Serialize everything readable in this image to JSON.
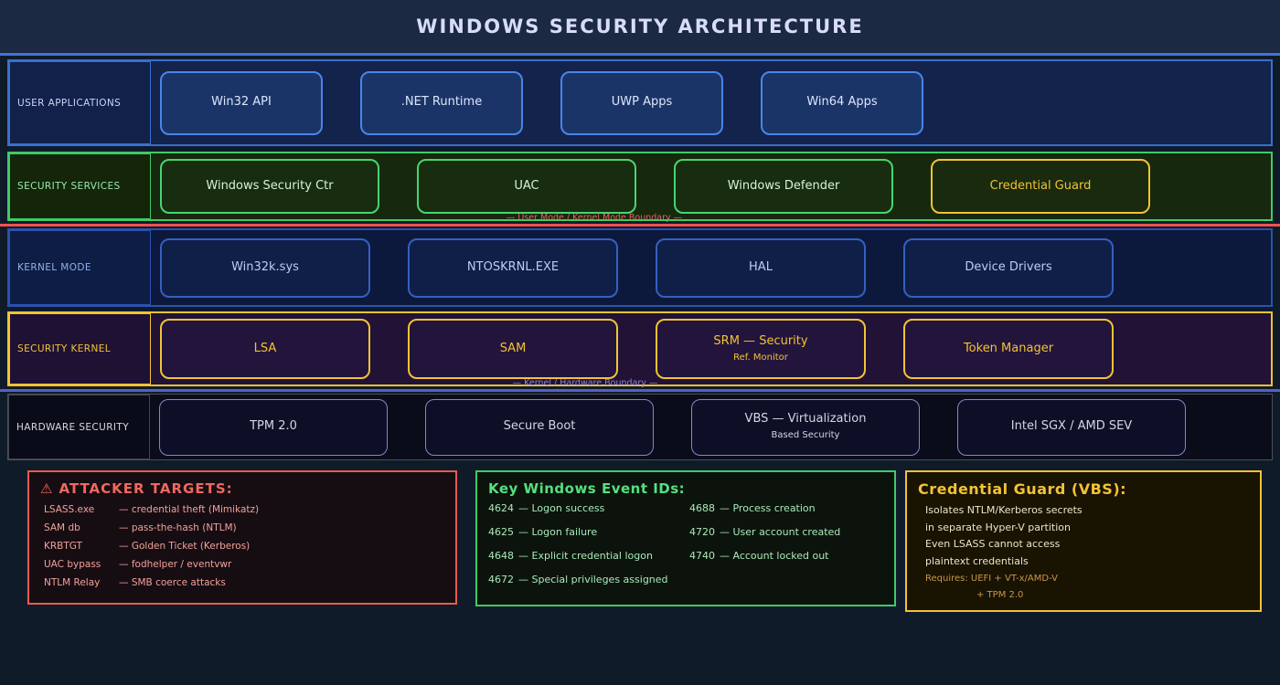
{
  "title": "WINDOWS SECURITY ARCHITECTURE",
  "layers": [
    {
      "label": "USER APPLICATIONS",
      "boxes": [
        {
          "label": "Win32 API"
        },
        {
          "label": ".NET Runtime"
        },
        {
          "label": "UWP Apps"
        },
        {
          "label": "Win64 Apps"
        }
      ]
    },
    {
      "label": "SECURITY SERVICES",
      "boxes": [
        {
          "label": "Windows Security Ctr"
        },
        {
          "label": "UAC"
        },
        {
          "label": "Windows Defender"
        },
        {
          "label": "Credential Guard"
        }
      ]
    },
    {
      "label": "KERNEL MODE",
      "boxes": [
        {
          "label": "Win32k.sys"
        },
        {
          "label": "NTOSKRNL.EXE"
        },
        {
          "label": "HAL"
        },
        {
          "label": "Device Drivers"
        }
      ]
    },
    {
      "label": "SECURITY KERNEL",
      "boxes": [
        {
          "label": "LSA"
        },
        {
          "label": "SAM"
        },
        {
          "label": "SRM — Security",
          "sub": "Ref. Monitor"
        },
        {
          "label": "Token Manager"
        }
      ]
    },
    {
      "label": "HARDWARE SECURITY",
      "boxes": [
        {
          "label": "TPM 2.0"
        },
        {
          "label": "Secure Boot"
        },
        {
          "label": "VBS — Virtualization",
          "sub": "Based Security"
        },
        {
          "label": "Intel SGX / AMD SEV"
        }
      ]
    }
  ],
  "boundaries": {
    "user_kernel": "— User Mode / Kernel Mode Boundary —",
    "kernel_hardware": "— Kernel / Hardware Boundary —"
  },
  "panels": {
    "attacker": {
      "icon": "⚠",
      "title": "ATTACKER TARGETS:",
      "items": [
        {
          "name": "LSASS.exe",
          "desc": "— credential theft (Mimikatz)"
        },
        {
          "name": "SAM db",
          "desc": "— pass-the-hash (NTLM)"
        },
        {
          "name": "KRBTGT",
          "desc": "— Golden Ticket (Kerberos)"
        },
        {
          "name": "UAC bypass",
          "desc": "— fodhelper / eventvwr"
        },
        {
          "name": "NTLM Relay",
          "desc": "— SMB coerce attacks"
        }
      ]
    },
    "events": {
      "title": "Key Windows Event IDs:",
      "col1": [
        {
          "id": "4624",
          "desc": "— Logon success"
        },
        {
          "id": "4625",
          "desc": "— Logon failure"
        },
        {
          "id": "4648",
          "desc": "— Explicit credential logon"
        },
        {
          "id": "4672",
          "desc": "— Special privileges assigned"
        }
      ],
      "col2": [
        {
          "id": "4688",
          "desc": "— Process creation"
        },
        {
          "id": "4720",
          "desc": "— User account created"
        },
        {
          "id": "4740",
          "desc": "— Account locked out"
        }
      ]
    },
    "credguard": {
      "title": "Credential Guard (VBS):",
      "lines": [
        "Isolates NTLM/Kerberos secrets",
        "in separate Hyper-V partition",
        "Even LSASS cannot access",
        "plaintext credentials"
      ],
      "requires_line1": "Requires: UEFI + VT-x/AMD-V",
      "requires_line2": "+ TPM 2.0"
    }
  },
  "colors": {
    "user_blue": "#3a6fd0",
    "services_green": "#3ecb68",
    "gold_accent": "#f2c335",
    "kernel_blue": "#2c52ae",
    "hardware_lavender": "#8c83c6",
    "boundary_red": "#ef5350",
    "boundary_purple": "#5560c4",
    "attacker_red": "#e95a52"
  }
}
